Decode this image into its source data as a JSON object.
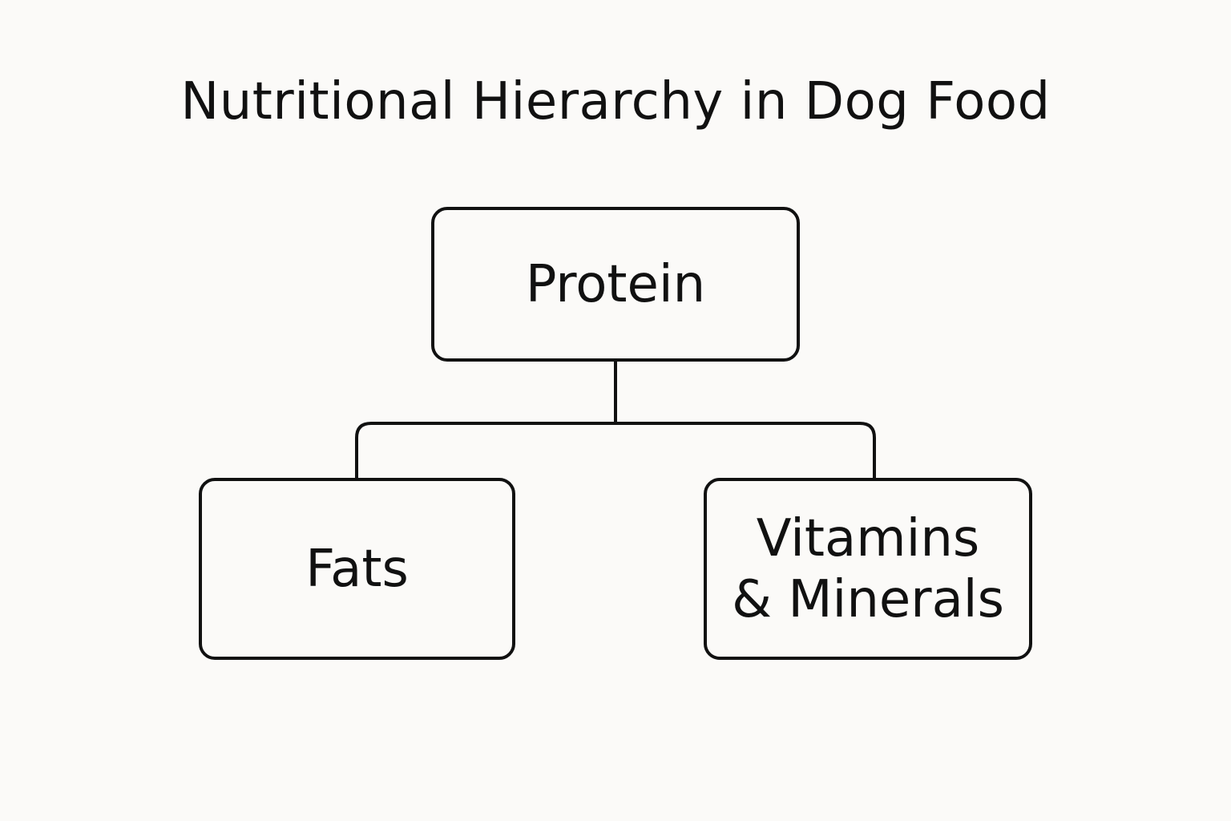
{
  "diagram": {
    "title": "Nutritional Hierarchy in Dog Food",
    "root": {
      "label": "Protein"
    },
    "children": [
      {
        "label_lines": [
          "Fats"
        ]
      },
      {
        "label_lines": [
          "Vitamins",
          "& Minerals"
        ]
      }
    ]
  },
  "colors": {
    "background": "#fbfaf8",
    "stroke": "#111111",
    "text": "#111111"
  }
}
